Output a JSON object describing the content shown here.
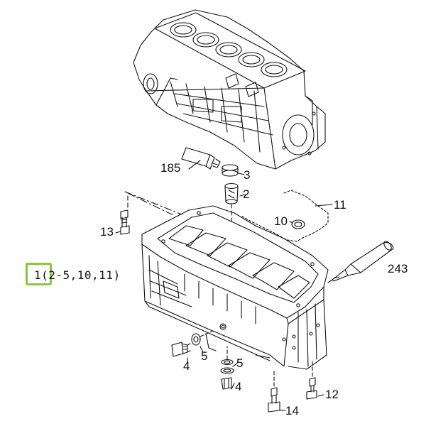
{
  "diagram": {
    "highlight_color": "#8cc63f",
    "line_color": "#111111",
    "callouts": {
      "assembly": "1(2-5,10,11)",
      "part_185": "185",
      "part_3": "3",
      "part_2": "2",
      "part_11": "11",
      "part_10": "10",
      "part_13": "13",
      "part_243": "243",
      "part_4_left": "4",
      "part_5_left": "5",
      "part_5_right": "5",
      "part_4_right": "4",
      "part_12": "12",
      "part_14": "14"
    },
    "icons": {
      "engine_block": "engine-block-icon",
      "oil_pan": "oil-pan-icon",
      "sealant_tube": "sealant-tube-icon",
      "gasket": "gasket-icon"
    }
  }
}
